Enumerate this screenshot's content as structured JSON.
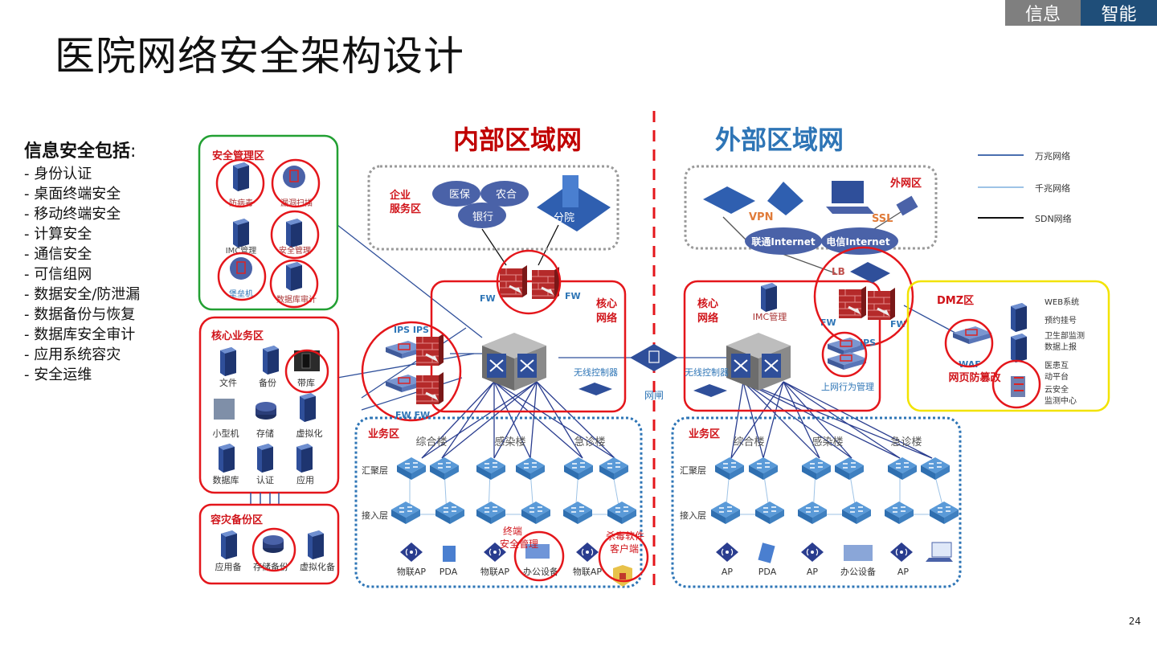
{
  "header": {
    "tags": [
      {
        "label": "信息",
        "color": "#7f7f7f"
      },
      {
        "label": "智能",
        "color": "#1f4e79"
      }
    ],
    "title": "医院网络安全架构设计",
    "page_number": "24"
  },
  "info_list": {
    "heading": "信息安全包括",
    "colon": ":",
    "items": [
      "- 身份认证",
      "- 桌面终端安全",
      "- 移动终端安全",
      "- 计算安全",
      "- 通信安全",
      "- 可信组网",
      "- 数据安全/防泄漏",
      "- 数据备份与恢复",
      "- 数据库安全审计",
      "- 应用系统容灾",
      "- 安全运维"
    ]
  },
  "diagram": {
    "internal_title": "内部区域网",
    "external_title": "外部区域网",
    "legend": [
      {
        "label": "万兆网络",
        "color": "#4a6fb0"
      },
      {
        "label": "千兆网络",
        "color": "#9ec3e6"
      },
      {
        "label": "SDN网络",
        "color": "#111111"
      }
    ],
    "security_mgmt": {
      "title": "安全管理区",
      "items": [
        "防病毒",
        "漏洞扫描",
        "IMC管理",
        "安全管理",
        "堡垒机",
        "数据库审计"
      ]
    },
    "core_business": {
      "title": "核心业务区",
      "items": [
        "文件",
        "备份",
        "带库",
        "小型机",
        "存储",
        "虚拟化",
        "数据库",
        "认证",
        "应用"
      ]
    },
    "disaster_backup": {
      "title": "容灾备份区",
      "items": [
        "应用备",
        "存储备份",
        "虚拟化备"
      ]
    },
    "enterprise": {
      "title_line1": "企业",
      "title_line2": "服务区",
      "clouds": [
        "医保",
        "农合",
        "银行"
      ],
      "branch": "分院"
    },
    "internal_core": {
      "title_line1": "核心",
      "title_line2": "网络",
      "fw_left": "FW",
      "fw_right": "FW",
      "ips_label": "IPS  IPS",
      "fw_pair_label": "FW  FW",
      "wireless_controller": "无线控制器"
    },
    "gatekeeper": "网闸",
    "internal_business": {
      "title": "业务区",
      "buildings": [
        "综合楼",
        "感染楼",
        "急诊楼"
      ],
      "layers": [
        "汇聚层",
        "接入层"
      ],
      "endpoints": [
        "物联AP",
        "PDA",
        "物联AP",
        "办公设备",
        "物联AP",
        ""
      ],
      "annotations": {
        "terminal_line1": "终端",
        "terminal_line2": "安全管理",
        "av_line1": "杀毒软件",
        "av_line2": "客户端"
      }
    },
    "external_net": {
      "title": "外网区",
      "vpn": "VPN",
      "ssl": "SSL",
      "isp1": "联通Internet",
      "isp2": "电信Internet"
    },
    "external_core": {
      "title_line1": "核心",
      "title_line2": "网络",
      "imc": "IMC管理",
      "lb": "LB",
      "fw_left": "FW",
      "fw_right": "FW",
      "ips": "IPS",
      "behavior_mgmt": "上网行为管理",
      "wireless_controller": "无线控制器"
    },
    "dmz": {
      "title": "DMZ区",
      "waf": "WAF",
      "anti_tamper": "网页防篡改",
      "services": [
        "WEB系统",
        "预约挂号",
        "卫生部监测",
        "数据上报",
        "医患互",
        "动平台",
        "云安全",
        "监测中心"
      ]
    },
    "external_business": {
      "title": "业务区",
      "buildings": [
        "综合楼",
        "感染楼",
        "急诊楼"
      ],
      "layers": [
        "汇聚层",
        "接入层"
      ],
      "endpoints": [
        "AP",
        "PDA",
        "AP",
        "办公设备",
        "AP",
        ""
      ]
    }
  }
}
